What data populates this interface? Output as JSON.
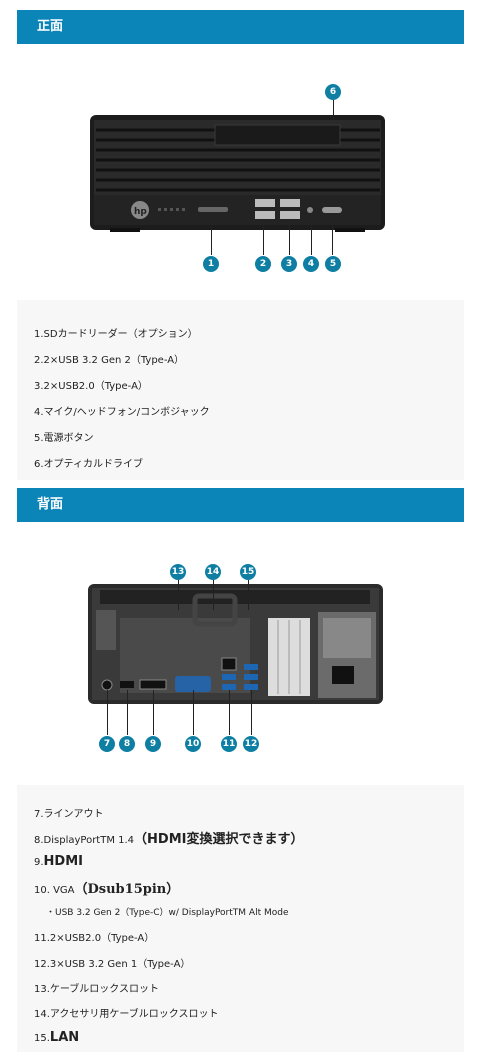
{
  "front": {
    "heading": "正面",
    "callouts": [
      "1",
      "2",
      "3",
      "4",
      "5",
      "6"
    ],
    "items": [
      "1.SDカードリーダー（オプション）",
      "2.2×USB 3.2 Gen 2（Type-A）",
      "3.2×USB2.0（Type-A）",
      "4.マイク/ヘッドフォン/コンボジャック",
      "5.電源ボタン",
      "6.オプティカルドライブ"
    ]
  },
  "back": {
    "heading": "背面",
    "callouts": [
      "7",
      "8",
      "9",
      "10",
      "11",
      "12",
      "13",
      "14",
      "15"
    ],
    "items": {
      "i7": "7.ラインアウト",
      "i8a": "8.DisplayPortTM 1.4",
      "i8b": "（HDMI変換選択できます）",
      "i9a": "9.",
      "i9b": "HDMI",
      "i10a": "10. VGA",
      "i10b": "（Dsub15pin）",
      "i10c": "・USB 3.2 Gen 2（Type-C）w/ DisplayPortTM Alt Mode",
      "i11": "11.2×USB2.0（Type-A）",
      "i12": "12.3×USB 3.2 Gen 1（Type-A）",
      "i13": "13.ケーブルロックスロット",
      "i14": "14.アクセサリ用ケーブルロックスロット",
      "i15a": "15.",
      "i15b": "LAN"
    }
  }
}
